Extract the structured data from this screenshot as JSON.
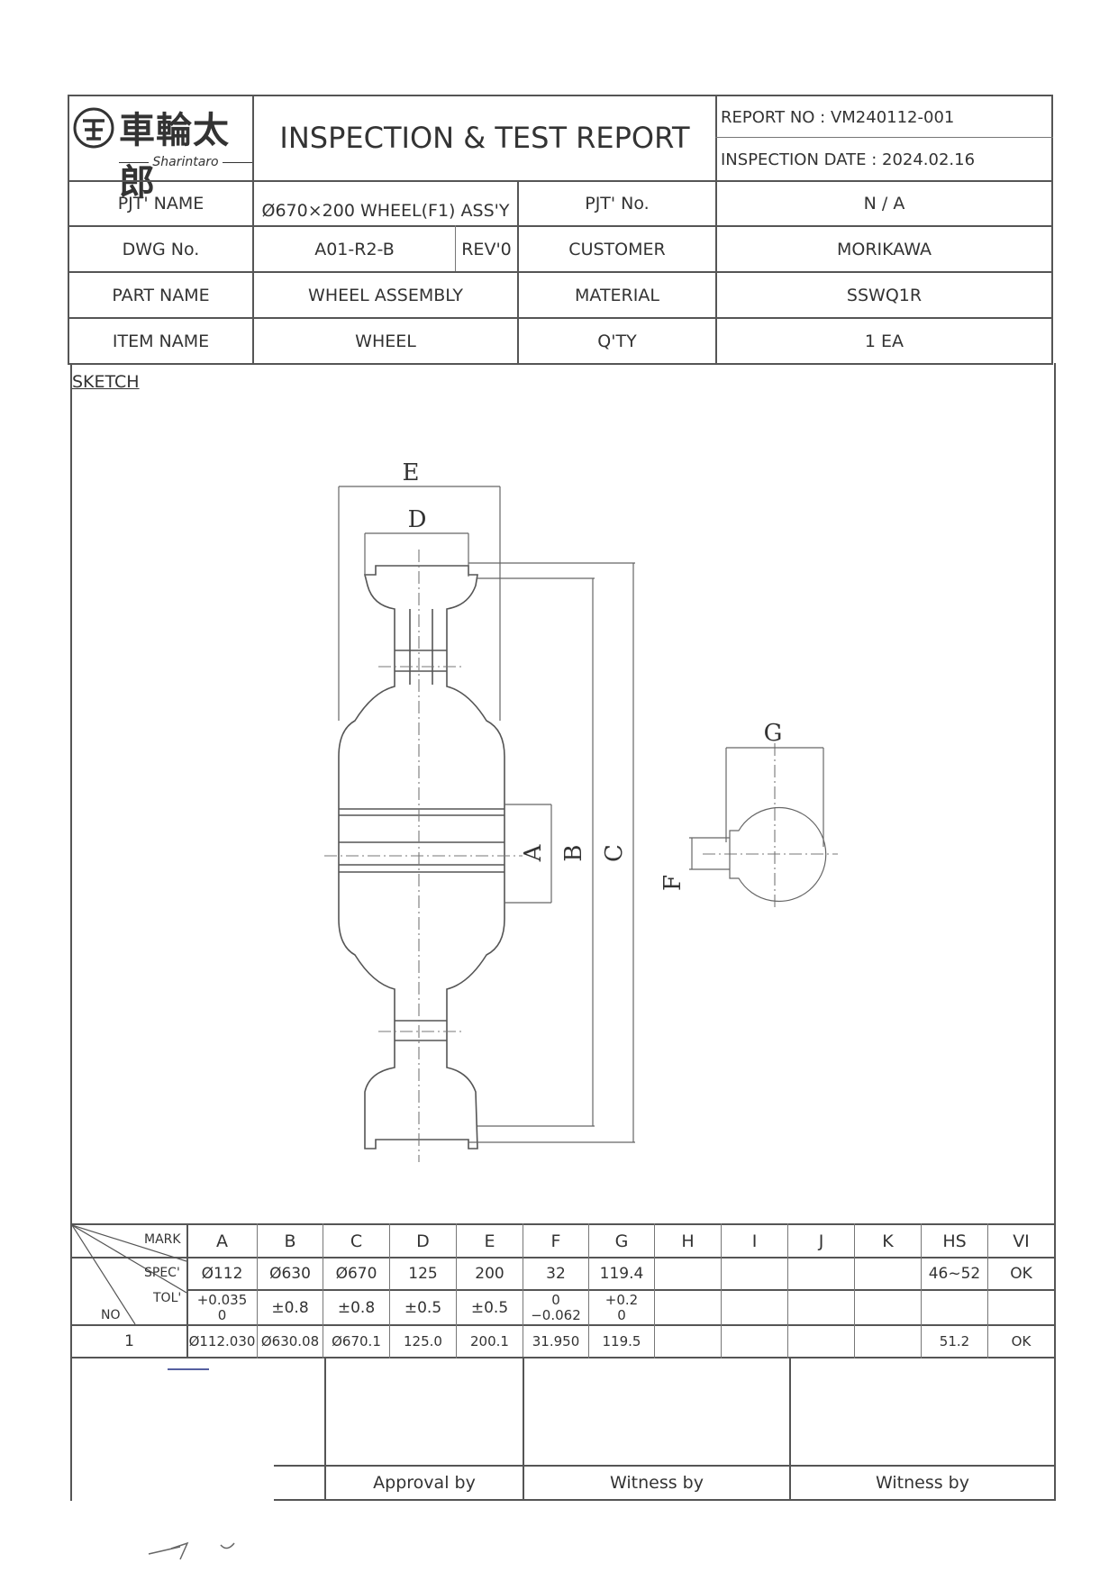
{
  "logo": {
    "brand_kanji": "車輪太郎",
    "brand_roman": "Sharintaro"
  },
  "header": {
    "title": "INSPECTION & TEST REPORT",
    "report_no": "REPORT NO : VM240112-001",
    "inspection_date": "INSPECTION DATE : 2024.02.16"
  },
  "info": {
    "pjt_name_label": "PJT' NAME",
    "pjt_name_value": "Ø670×200 WHEEL(F1) ASS'Y",
    "pjt_no_label": "PJT' No.",
    "pjt_no_value": "N / A",
    "dwg_no_label": "DWG No.",
    "dwg_no_value": "A01-R2-B",
    "rev_value": "REV'0",
    "customer_label": "CUSTOMER",
    "customer_value": "MORIKAWA",
    "part_name_label": "PART NAME",
    "part_name_value": "WHEEL ASSEMBLY",
    "material_label": "MATERIAL",
    "material_value": "SSWQ1R",
    "item_name_label": "ITEM NAME",
    "item_name_value": "WHEEL",
    "qty_label": "Q'TY",
    "qty_value": "1 EA"
  },
  "sketch": {
    "label": "SKETCH",
    "dim_labels": [
      "E",
      "D",
      "A",
      "B",
      "C",
      "G",
      "F"
    ]
  },
  "inspection_table": {
    "mark_label": "MARK",
    "spec_label": "SPEC'",
    "tol_label": "TOL'",
    "no_label": "NO",
    "marks": [
      "A",
      "B",
      "C",
      "D",
      "E",
      "F",
      "G",
      "H",
      "I",
      "J",
      "K",
      "HS",
      "VI"
    ],
    "specs": [
      "Ø112",
      "Ø630",
      "Ø670",
      "125",
      "200",
      "32",
      "119.4",
      "",
      "",
      "",
      "",
      "46~52",
      "OK"
    ],
    "tolerances": [
      {
        "upper": "+0.035",
        "lower": "0"
      },
      {
        "single": "±0.8"
      },
      {
        "single": "±0.8"
      },
      {
        "single": "±0.5"
      },
      {
        "single": "±0.5"
      },
      {
        "upper": "0",
        "lower": "−0.062"
      },
      {
        "upper": "+0.2",
        "lower": "0"
      },
      {},
      {},
      {},
      {},
      {},
      {}
    ],
    "rows": [
      {
        "no": "1",
        "values": [
          "Ø112.030",
          "Ø630.08",
          "Ø670.1",
          "125.0",
          "200.1",
          "31.950",
          "119.5",
          "",
          "",
          "",
          "",
          "51.2",
          "OK"
        ]
      }
    ]
  },
  "signatures": {
    "approval": "Approval by",
    "witness_1": "Witness by",
    "witness_2": "Witness by"
  }
}
